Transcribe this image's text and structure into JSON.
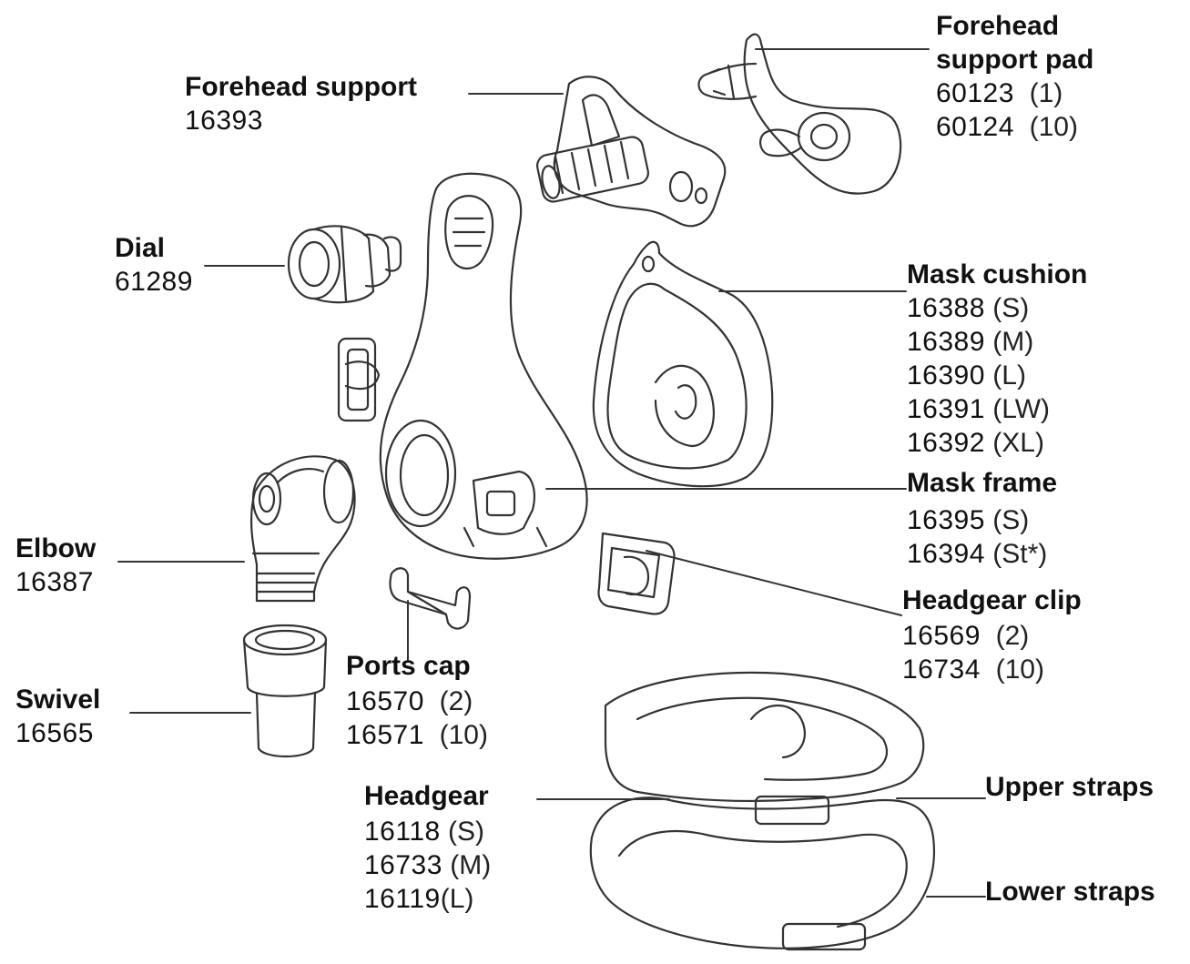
{
  "parts": {
    "forehead_support": {
      "title": "Forehead support",
      "codes": [
        {
          "code": "16393",
          "qualifier": ""
        }
      ]
    },
    "forehead_support_pad": {
      "title_lines": [
        "Forehead",
        "support pad"
      ],
      "codes": [
        {
          "code": "60123",
          "qualifier": "(1)"
        },
        {
          "code": "60124",
          "qualifier": "(10)"
        }
      ]
    },
    "dial": {
      "title": "Dial",
      "codes": [
        {
          "code": "61289",
          "qualifier": ""
        }
      ]
    },
    "mask_cushion": {
      "title": "Mask cushion",
      "codes": [
        {
          "code": "16388",
          "qualifier": "(S)"
        },
        {
          "code": "16389",
          "qualifier": "(M)"
        },
        {
          "code": "16390",
          "qualifier": "(L)"
        },
        {
          "code": "16391",
          "qualifier": "(LW)"
        },
        {
          "code": "16392",
          "qualifier": "(XL)"
        }
      ]
    },
    "mask_frame": {
      "title": "Mask frame",
      "codes": [
        {
          "code": "16395",
          "qualifier": "(S)"
        },
        {
          "code": "16394",
          "qualifier": "(St*)"
        }
      ]
    },
    "elbow": {
      "title": "Elbow",
      "codes": [
        {
          "code": "16387",
          "qualifier": ""
        }
      ]
    },
    "headgear_clip": {
      "title": "Headgear clip",
      "codes": [
        {
          "code": "16569",
          "qualifier": "(2)"
        },
        {
          "code": "16734",
          "qualifier": "(10)"
        }
      ]
    },
    "ports_cap": {
      "title": "Ports cap",
      "codes": [
        {
          "code": "16570",
          "qualifier": "(2)"
        },
        {
          "code": "16571",
          "qualifier": "(10)"
        }
      ]
    },
    "swivel": {
      "title": "Swivel",
      "codes": [
        {
          "code": "16565",
          "qualifier": ""
        }
      ]
    },
    "headgear": {
      "title": "Headgear",
      "codes": [
        {
          "code": "16118",
          "qualifier": "(S)"
        },
        {
          "code": "16733",
          "qualifier": "(M)"
        },
        {
          "code": "16119",
          "qualifier": "(L)"
        }
      ]
    },
    "upper_straps": {
      "title": "Upper straps",
      "codes": []
    },
    "lower_straps": {
      "title": "Lower straps",
      "codes": []
    }
  },
  "colors": {
    "line": "#333333",
    "fill": "#ffffff",
    "shade": "#d8d8d8",
    "text": "#111111"
  }
}
